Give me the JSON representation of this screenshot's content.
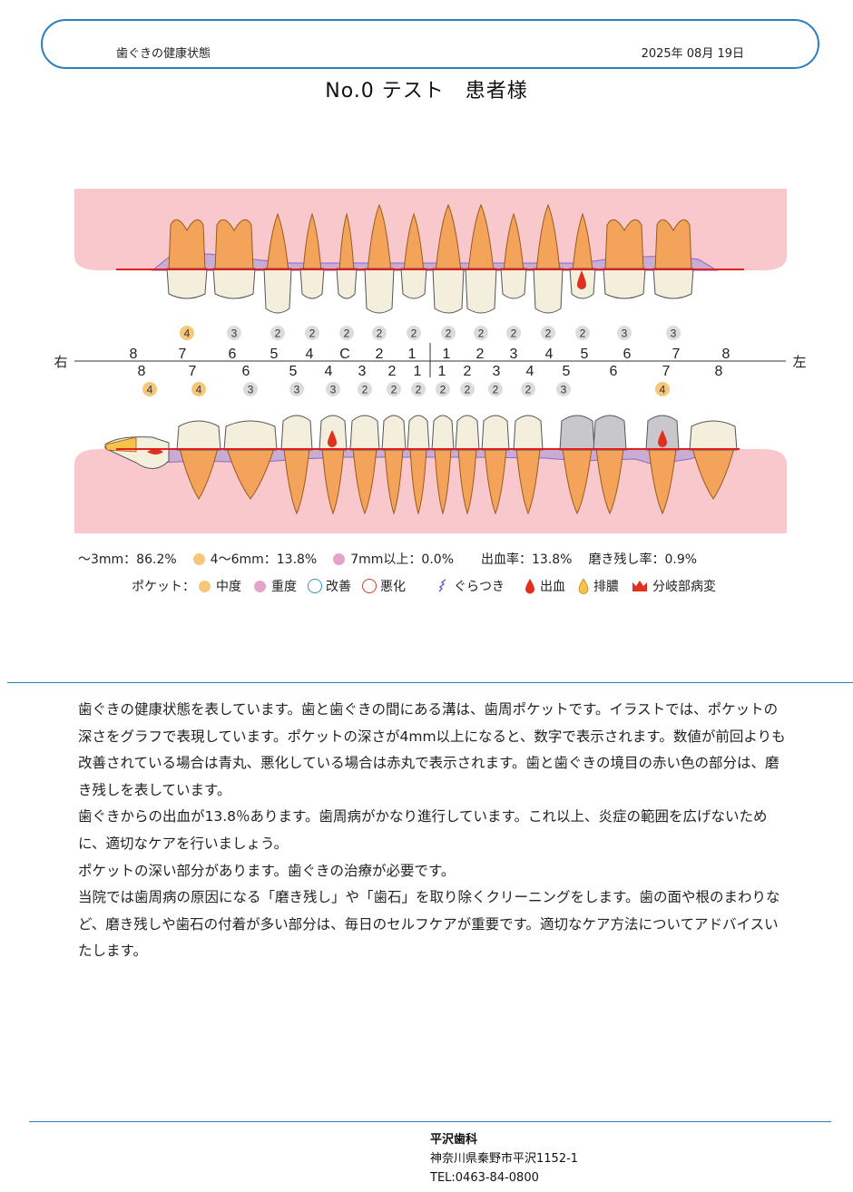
{
  "header": {
    "title": "歯ぐきの健康状態",
    "date": "2025年 08月 19日"
  },
  "patient": {
    "name": "No.0 テスト　患者様"
  },
  "chart": {
    "side_right": "右",
    "side_left": "左",
    "upper_labels": [
      "8",
      "7",
      "6",
      "5",
      "4",
      "C",
      "2",
      "1",
      "1",
      "2",
      "3",
      "4",
      "5",
      "6",
      "7",
      "8"
    ],
    "lower_labels": [
      "8",
      "7",
      "6",
      "5",
      "4",
      "3",
      "2",
      "1",
      "1",
      "2",
      "3",
      "4",
      "5",
      "6",
      "7",
      "8"
    ],
    "upper_pockets": [
      {
        "value": "4",
        "level": "moderate"
      },
      {
        "value": "3",
        "level": "normal"
      },
      {
        "value": "2",
        "level": "normal"
      },
      {
        "value": "2",
        "level": "normal"
      },
      {
        "value": "2",
        "level": "normal"
      },
      {
        "value": "2",
        "level": "normal"
      },
      {
        "value": "2",
        "level": "normal"
      },
      {
        "value": "2",
        "level": "normal"
      },
      {
        "value": "2",
        "level": "normal"
      },
      {
        "value": "2",
        "level": "normal"
      },
      {
        "value": "2",
        "level": "normal"
      },
      {
        "value": "2",
        "level": "normal"
      },
      {
        "value": "3",
        "level": "normal"
      },
      {
        "value": "3",
        "level": "normal"
      }
    ],
    "lower_pockets": [
      {
        "value": "4",
        "level": "moderate"
      },
      {
        "value": "4",
        "level": "moderate"
      },
      {
        "value": "3",
        "level": "normal"
      },
      {
        "value": "3",
        "level": "normal"
      },
      {
        "value": "3",
        "level": "normal"
      },
      {
        "value": "2",
        "level": "normal"
      },
      {
        "value": "2",
        "level": "normal"
      },
      {
        "value": "2",
        "level": "normal"
      },
      {
        "value": "2",
        "level": "normal"
      },
      {
        "value": "2",
        "level": "normal"
      },
      {
        "value": "2",
        "level": "normal"
      },
      {
        "value": "2",
        "level": "normal"
      },
      {
        "value": "3",
        "level": "normal"
      },
      {
        "value": "4",
        "level": "moderate"
      }
    ],
    "colors": {
      "gum": "#f8c8cc",
      "tooth_crown": "#f3efdc",
      "tooth_root": "#f4a35a",
      "pocket_fill": "#b9a3d6",
      "gumline": "#e02020",
      "pocket_normal": "#dcdcdc",
      "pocket_moderate": "#f6c77a",
      "pocket_severe": "#e6a3c8",
      "bleeding": "#e0301e",
      "metal": "#c8c8cc"
    }
  },
  "stats": {
    "range_3": "～3mm：86.2%",
    "range_4_6": "4～6mm：13.8%",
    "range_7": "7mm以上：0.0%",
    "bleeding_rate": "出血率：13.8%",
    "plaque_rate": "磨き残し率：0.9%"
  },
  "legend": {
    "pocket_label": "ポケット：",
    "moderate": "中度",
    "severe": "重度",
    "improved": "改善",
    "worsened": "悪化",
    "mobility": "ぐらつき",
    "bleeding": "出血",
    "pus": "排膿",
    "furcation": "分岐部病変",
    "icons": [
      "mobility-icon",
      "bleeding-drop-icon",
      "pus-drop-icon",
      "furcation-crown-icon"
    ]
  },
  "description": [
    "歯ぐきの健康状態を表しています。歯と歯ぐきの間にある溝は、歯周ポケットです。イラストでは、ポケットの深さをグラフで表現しています。ポケットの深さが4mm以上になると、数字で表示されます。数値が前回よりも改善されている場合は青丸、悪化している場合は赤丸で表示されます。歯と歯ぐきの境目の赤い色の部分は、磨き残しを表しています。",
    "歯ぐきからの出血が13.8％あります。歯周病がかなり進行しています。これ以上、炎症の範囲を広げないために、適切なケアを行いましょう。",
    "ポケットの深い部分があります。歯ぐきの治療が必要です。",
    "当院では歯周病の原因になる「磨き残し」や「歯石」を取り除くクリーニングをします。歯の面や根のまわりなど、磨き残しや歯石の付着が多い部分は、毎日のセルフケアが重要です。適切なケア方法についてアドバイスいたします。"
  ],
  "clinic": {
    "name": "平沢歯科",
    "address": "神奈川県秦野市平沢1152-1",
    "tel": "TEL:0463-84-0800"
  }
}
